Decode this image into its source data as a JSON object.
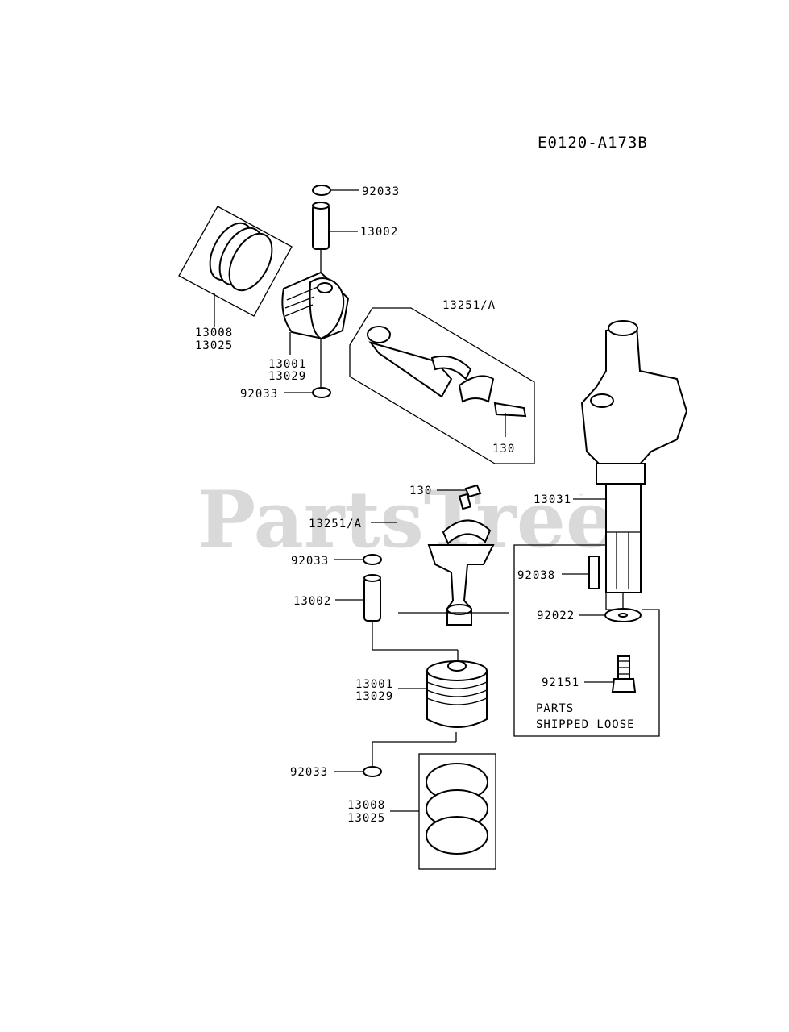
{
  "diagram": {
    "code": "E0120-A173B",
    "watermark": "PartsTree",
    "trademark": "™",
    "labels": {
      "a": "92033",
      "b": "13002",
      "c": "13008",
      "d": "13025",
      "e": "13001",
      "f": "13029",
      "g": "92033",
      "h": "13251/A",
      "i": "130",
      "j": "130",
      "k": "13031",
      "l": "13251/A",
      "m": "92033",
      "n": "13002",
      "o": "92038",
      "p": "92022",
      "q": "13001",
      "r": "13029",
      "s": "92151",
      "t": "92033",
      "u": "13008",
      "v": "13025"
    },
    "loose_box": {
      "line1": "PARTS",
      "line2": "SHIPPED LOOSE"
    }
  }
}
